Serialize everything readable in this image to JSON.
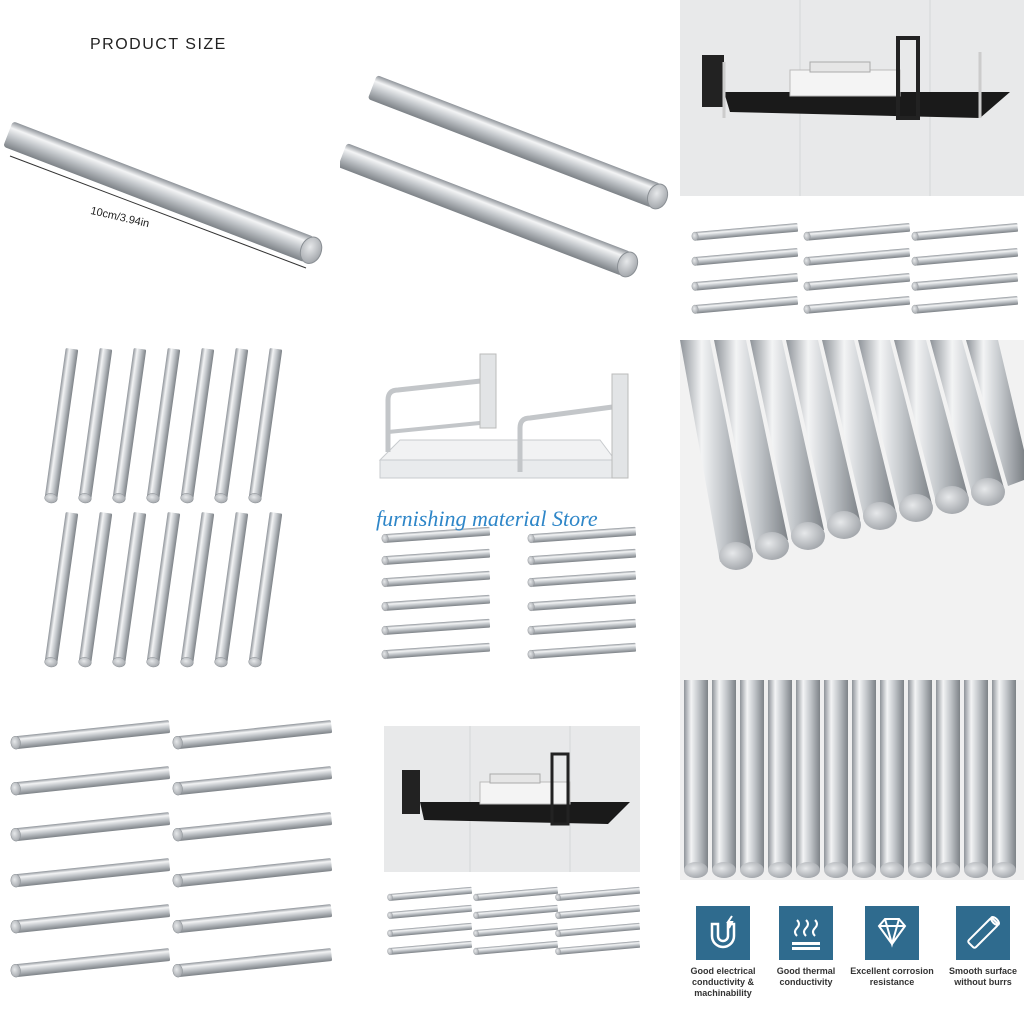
{
  "panel_top_left": {
    "title": "PRODUCT SIZE",
    "dimension": "10cm/3.94in"
  },
  "panel_center": {
    "watermark": "furnishing material Store"
  },
  "features": [
    {
      "icon": "magnet-icon",
      "label": "Good electrical conductivity & machinability"
    },
    {
      "icon": "heat-icon",
      "label": "Good thermal conductivity"
    },
    {
      "icon": "diamond-icon",
      "label": "Excellent corrosion resistance"
    },
    {
      "icon": "rod-icon",
      "label": "Smooth surface without burrs"
    }
  ],
  "colors": {
    "accent": "#2f6b8e",
    "watermark": "#2e86c8"
  }
}
